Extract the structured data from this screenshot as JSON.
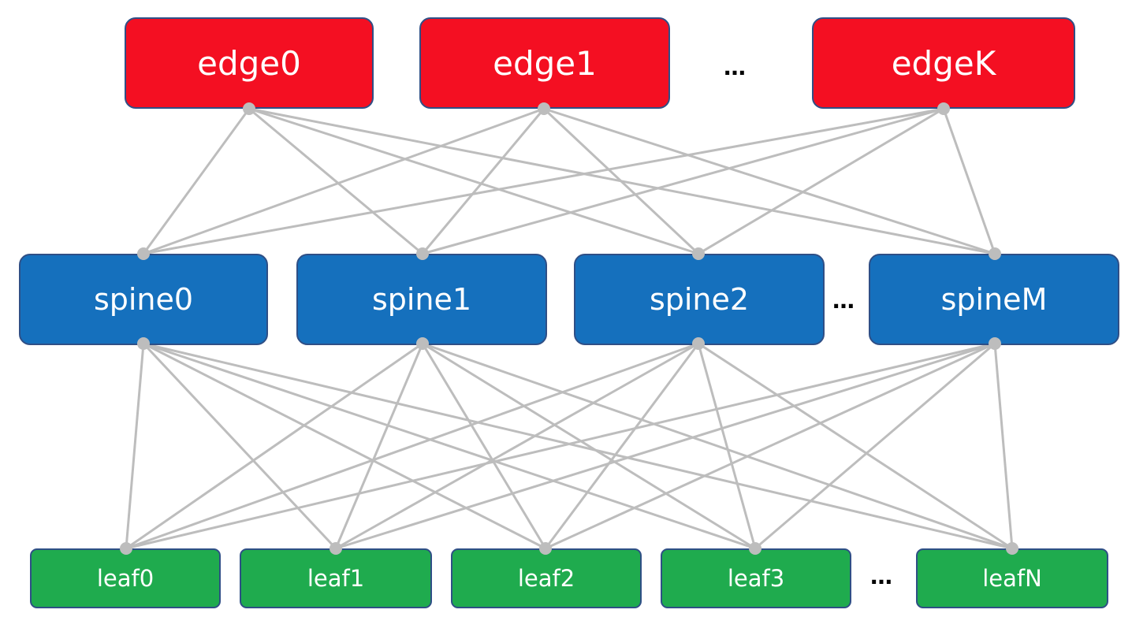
{
  "edges": [
    "edge0",
    "edge1",
    "edgeK"
  ],
  "spines": [
    "spine0",
    "spine1",
    "spine2",
    "spineM"
  ],
  "leaves": [
    "leaf0",
    "leaf1",
    "leaf2",
    "leaf3",
    "leafN"
  ],
  "ellipsis": "…",
  "colors": {
    "edge": "#f40f22",
    "spine": "#1570bd",
    "leaf": "#1fab4e",
    "border": "#2f4f86",
    "link": "#bdbdbd"
  }
}
